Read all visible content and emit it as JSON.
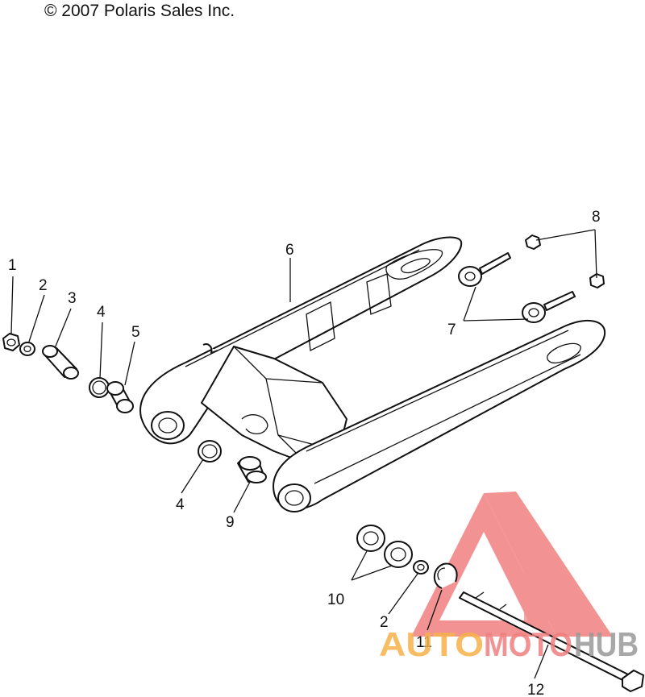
{
  "copyright": "© 2007 Polaris Sales Inc.",
  "callouts": [
    "1",
    "2",
    "3",
    "4",
    "5",
    "6",
    "7",
    "8",
    "4",
    "9",
    "10",
    "2",
    "11",
    "12"
  ],
  "watermark": {
    "text_part1": "AUTO",
    "text_part2": "MOTO",
    "text_part3": "HUB",
    "color_accent": "#f08080",
    "color_warm": "#f7b24a",
    "color_gray": "#9a9a9a"
  }
}
